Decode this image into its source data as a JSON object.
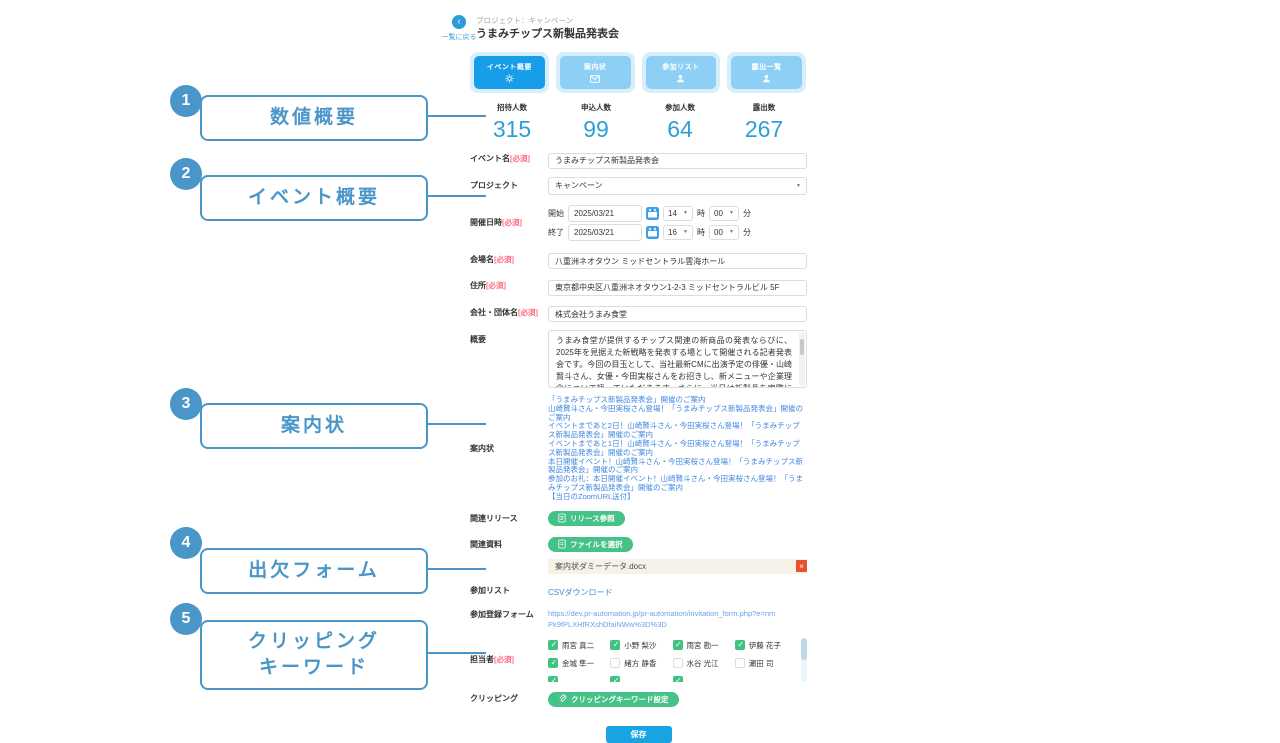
{
  "colors": {
    "accent_blue": "#189de8",
    "inactive_tab_blue": "#8ed0f5",
    "stat_value_blue": "#2d9fd8",
    "callout_blue": "#4a96c8",
    "required_red": "#ff6b81",
    "green_button": "#45c287",
    "link_blue": "#3f87e0",
    "delete_red": "#e8502e"
  },
  "icons": {
    "back": "chevron-left-icon",
    "tab_event": "gear-icon",
    "tab_invitation": "mail-icon",
    "tab_participants": "person-icon",
    "tab_exposure": "person-icon",
    "calendar": "calendar-icon",
    "release_button": "document-icon",
    "file_button": "file-icon",
    "clipping_button": "paperclip-icon",
    "delete_file": "x-icon",
    "checkbox": "check-icon"
  },
  "annotations": {
    "items": [
      {
        "num": "1",
        "label": "数値概要"
      },
      {
        "num": "2",
        "label": "イベント概要"
      },
      {
        "num": "3",
        "label": "案内状"
      },
      {
        "num": "4",
        "label": "出欠フォーム"
      },
      {
        "num": "5",
        "label": "クリッピング\nキーワード"
      }
    ]
  },
  "header": {
    "back_label": "一覧に戻る",
    "back_glyph": "‹",
    "breadcrumb": "プロジェクト：キャンペーン",
    "title": "うまみチップス新製品発表会"
  },
  "tabs": [
    {
      "label": "イベント概要"
    },
    {
      "label": "案内状"
    },
    {
      "label": "参加リスト"
    },
    {
      "label": "露出一覧"
    }
  ],
  "stats": [
    {
      "label": "招待人数",
      "value": "315"
    },
    {
      "label": "申込人数",
      "value": "99"
    },
    {
      "label": "参加人数",
      "value": "64"
    },
    {
      "label": "露出数",
      "value": "267"
    }
  ],
  "form": {
    "required_marker": "[必須]",
    "event_name": {
      "label": "イベント名",
      "value": "うまみチップス新製品発表会"
    },
    "project": {
      "label": "プロジェクト",
      "value": "キャンペーン"
    },
    "datetime": {
      "label": "開催日時",
      "start_label": "開始",
      "start_date": "2025/03/21",
      "start_hour": "14",
      "start_min": "00",
      "end_label": "終了",
      "end_date": "2025/03/21",
      "end_hour": "16",
      "end_min": "00",
      "hour_unit": "時",
      "min_unit": "分"
    },
    "venue": {
      "label": "会場名",
      "value": "八重洲ネオタウン ミッドセントラル雲海ホール"
    },
    "address": {
      "label": "住所",
      "value": "東京都中央区八重洲ネオタウン1-2-3 ミッドセントラルビル 5F"
    },
    "company": {
      "label": "会社・団体名",
      "value": "株式会社うまみ食堂"
    },
    "overview": {
      "label": "概要",
      "value": "うまみ食堂が提供するチップス関連の新商品の発表ならびに、2025年を見据えた新戦略を発表する場として開催される記者発表会です。今回の目玉として、当社最新CMに出演予定の俳優・山崎賢斗さん、女優・今田実桜さんをお招きし、新メニューや企業理念について語っていただきます。さらに、当日は新製品を実際にご試食いただくブースを設置しており、ご来場の皆様に新商品を直接お試しいただけます。"
    },
    "invitation": {
      "label": "案内状",
      "links": [
        "「うまみチップス新製品発表会」開催のご案内",
        "山崎賢斗さん・今田実桜さん登場！「うまみチップス新製品発表会」開催のご案内",
        "イベントまであと2日！山崎賢斗さん・今田実桜さん登場！「うまみチップス新製品発表会」開催のご案内",
        "イベントまであと1日！山崎賢斗さん・今田実桜さん登場！「うまみチップス新製品発表会」開催のご案内",
        "本日開催イベント！山崎賢斗さん・今田実桜さん登場！「うまみチップス新製品発表会」開催のご案内",
        "参加のお礼：本日開催イベント！山崎賢斗さん・今田実桜さん登場！「うまみチップス新製品発表会」開催のご案内",
        "【当日のZoomURL送付】"
      ]
    },
    "release": {
      "label": "関連リリース",
      "button_label": "リリース参照"
    },
    "materials": {
      "label": "関連資料",
      "button_label": "ファイルを選択",
      "file_name": "案内状ダミーデータ.docx",
      "delete_label": "×"
    },
    "participants": {
      "label": "参加リスト",
      "link_label": "CSVダウンロード"
    },
    "registration": {
      "label": "参加登録フォーム",
      "url": "https://dev.pr-automation.jp/pr-automation/invitation_form.php?e=nmPk9fPLXHfRXshDfaiNWw%3D%3D"
    },
    "staff": {
      "label": "担当者",
      "members": [
        {
          "name": "雨宮 真二",
          "checked": true
        },
        {
          "name": "小野 梨沙",
          "checked": true
        },
        {
          "name": "雨宮 勘一",
          "checked": true
        },
        {
          "name": "伊藤 花子",
          "checked": true
        },
        {
          "name": "金城 隼一",
          "checked": true
        },
        {
          "name": "緒方 静香",
          "checked": false
        },
        {
          "name": "水谷 光江",
          "checked": false
        },
        {
          "name": "瀬田 司",
          "checked": false
        },
        {
          "name": "",
          "checked": true
        },
        {
          "name": "",
          "checked": true
        },
        {
          "name": "",
          "checked": true
        }
      ]
    },
    "clipping": {
      "label": "クリッピング",
      "button_label": "クリッピングキーワード設定"
    },
    "save_label": "保存"
  }
}
